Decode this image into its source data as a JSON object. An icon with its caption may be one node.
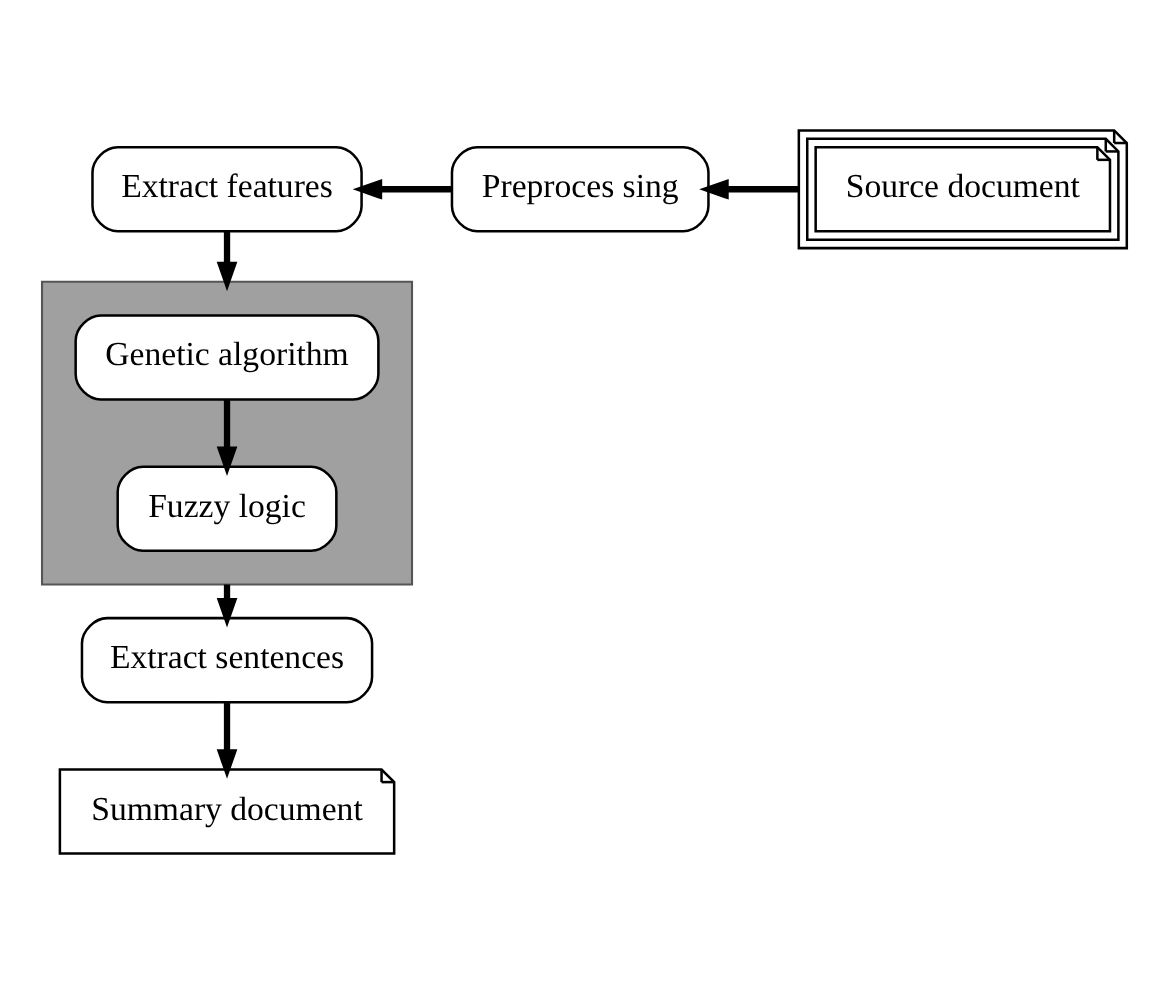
{
  "diagram": {
    "nodes": [
      {
        "text": [
          "Extract features"
        ]
      },
      {
        "text": [
          "Preproces sing"
        ]
      },
      {
        "text": [
          "Source document"
        ]
      },
      {
        "text": [],
        "shape": "box"
      },
      {
        "text": [
          "Genetic algorithm"
        ],
        "in": 3
      },
      {
        "text": [
          "Fuzzy logic"
        ],
        "in": 3
      },
      {
        "text": [
          "Extract sentences"
        ]
      },
      {
        "text": [
          "Summary document"
        ]
      }
    ],
    "edges": [
      {
        "from": 2,
        "to": 1,
        "arrow": "to"
      },
      {
        "from": 1,
        "to": 0,
        "arrow": "to"
      },
      {
        "from": 0,
        "to": 3,
        "arrow": "to"
      },
      {
        "from": 4,
        "to": 5,
        "arrow": "to"
      },
      {
        "from": 3,
        "to": 6,
        "arrow": "to"
      },
      {
        "from": 6,
        "to": 7,
        "arrow": "to"
      }
    ]
  }
}
